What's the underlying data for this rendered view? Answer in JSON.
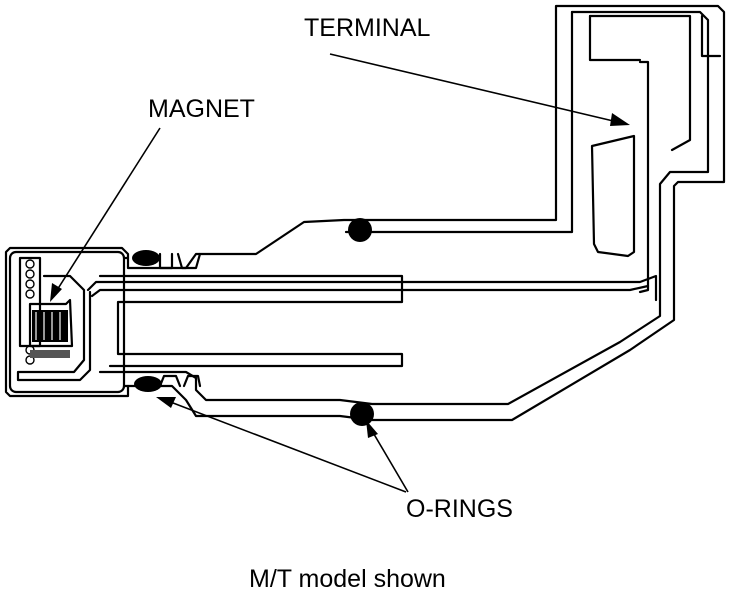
{
  "labels": {
    "terminal": "TERMINAL",
    "magnet": "MAGNET",
    "o_rings": "O-RINGS"
  },
  "caption": "M/T model shown",
  "colors": {
    "ink": "#000000",
    "paper": "#ffffff",
    "hatch": "#555555"
  }
}
